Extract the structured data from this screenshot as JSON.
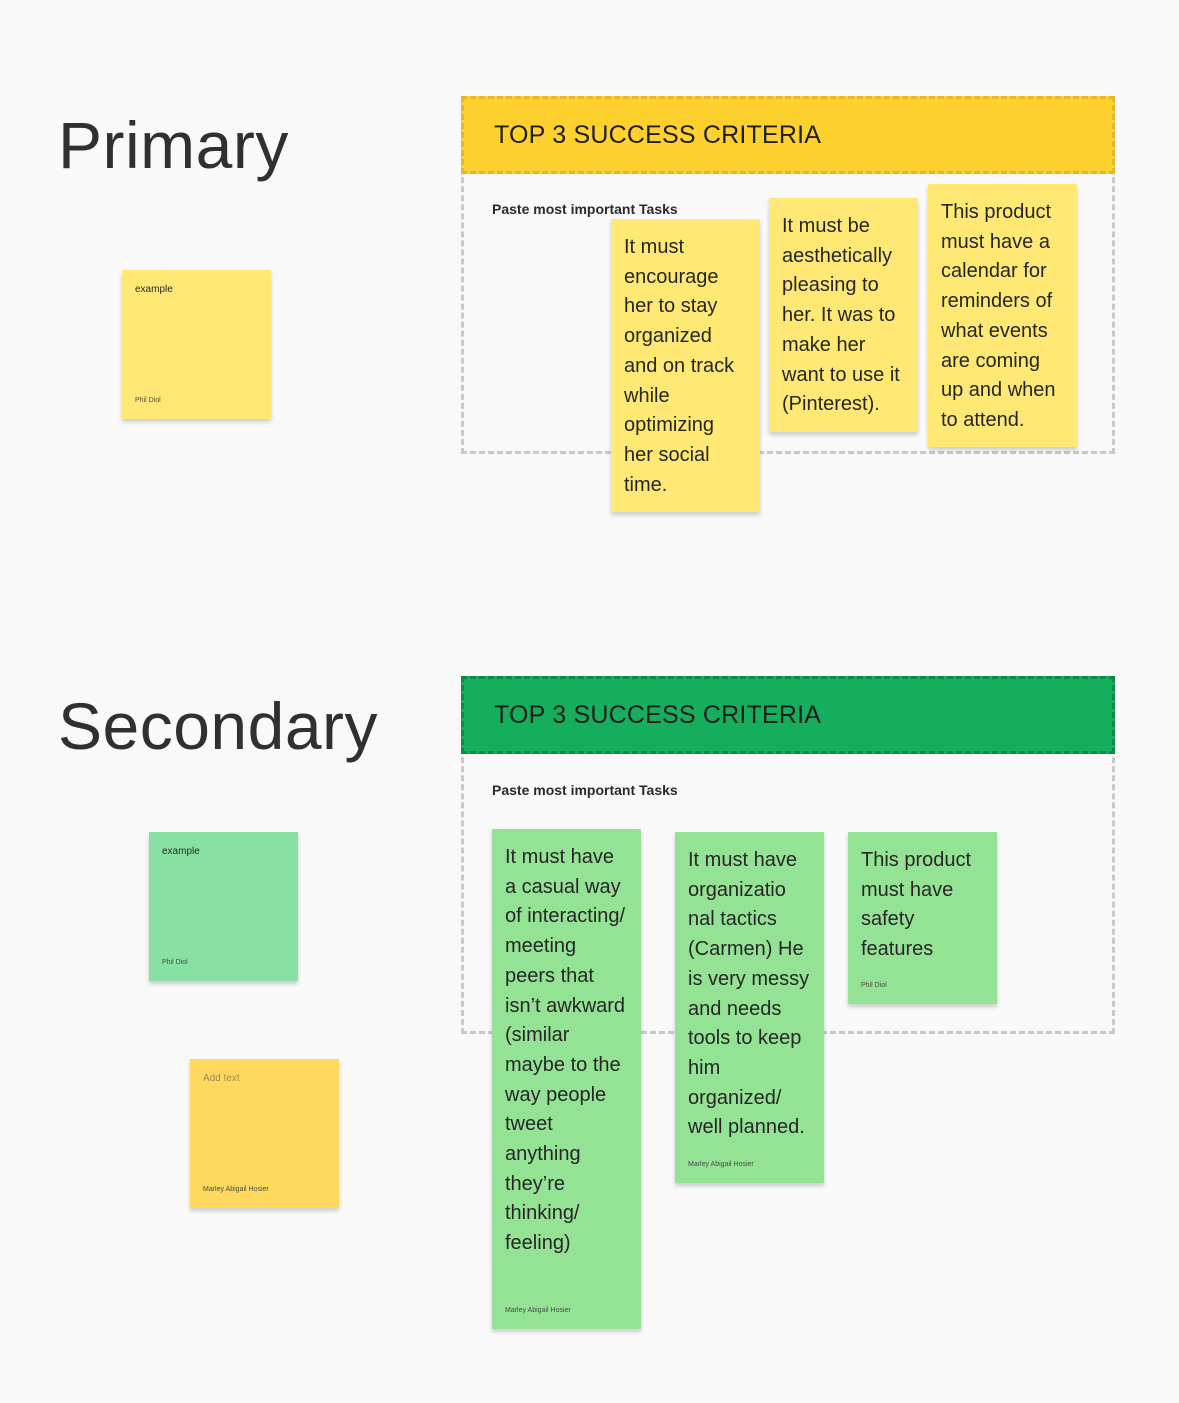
{
  "primary": {
    "title": "Primary",
    "panel_title": "TOP 3 SUCCESS CRITERIA",
    "panel_subtitle": "Paste most important Tasks",
    "header_color": "#ffd12e",
    "example_note": {
      "text": "example",
      "author": "Phil Diol"
    },
    "notes": [
      {
        "text": "It must encourage her to stay organized and on track while optimizing her social time."
      },
      {
        "text": "It must be aesthetically pleasing to her. It was to make her want to use it (Pinterest)."
      },
      {
        "text": "This product must have a calendar for reminders of what events are coming up and when to attend."
      }
    ]
  },
  "secondary": {
    "title": "Secondary",
    "panel_title": "TOP 3 SUCCESS CRITERIA",
    "panel_subtitle": "Paste most important Tasks",
    "header_color": "#14ae5c",
    "example_note": {
      "text": "example",
      "author": "Phil Diol"
    },
    "add_note": {
      "placeholder": "Add text",
      "author": "Marley Abigail Hosier"
    },
    "notes": [
      {
        "text": "It must have a casual way of interacting/ meeting peers that isn’t awkward (similar maybe to the way people tweet anything they’re thinking/ feeling)",
        "author": "Marley Abigail Hosier"
      },
      {
        "text": "It must have organizatio nal tactics (Carmen) He is very messy and needs tools to keep him organized/ well planned.",
        "author": "Marley Abigail Hosier"
      },
      {
        "text": "This product must have safety features",
        "author": "Phil Diol"
      }
    ]
  }
}
